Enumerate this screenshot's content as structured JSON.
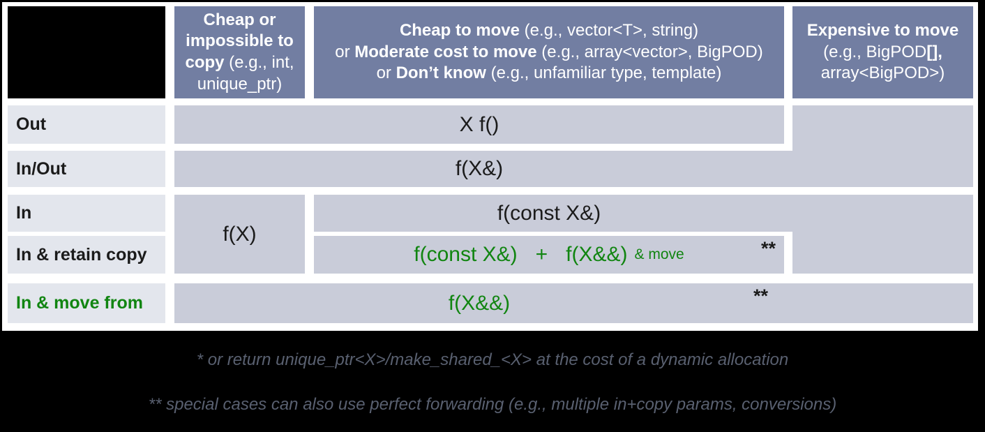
{
  "colors": {
    "header_bg": "#727EA2",
    "cell_bg": "#C9CCD9",
    "label_bg": "#E3E6ED",
    "green": "#118511",
    "footer_text": "#596070",
    "frame": "#000000"
  },
  "table": {
    "columns": {
      "col1": {
        "bold": "Cheap or impossible to copy",
        "rest": " (e.g., int, unique_ptr)"
      },
      "col2": {
        "l1_bold": "Cheap to move",
        "l1_rest": " (e.g., vector<T>, string)",
        "l2_pre": "or ",
        "l2_bold": "Moderate cost to move",
        "l2_rest": " (e.g., array<vector>, BigPOD)",
        "l3_pre": "or ",
        "l3_bold": "Don’t know",
        "l3_rest": " (e.g., unfamiliar type, template)"
      },
      "col3": {
        "l1_bold": "Expensive to move",
        "l2_pre": "(e.g., BigPOD",
        "l2_bold": "[],",
        "l3": "array<BigPOD>)"
      }
    },
    "row_labels": {
      "out": "Out",
      "inout": "In/Out",
      "in": "In",
      "retain": "In & retain copy",
      "move": "In & move from"
    },
    "cells": {
      "out": "X f()",
      "inout": "f(X&)",
      "in_cheap_copy": "f(X)",
      "in": "f(const X&)",
      "retain_part1": "f(const X&)",
      "retain_plus": "+",
      "retain_part2": "f(X&&)",
      "retain_suffix": "& move",
      "retain_stars": "**",
      "move": "f(X&&)",
      "move_stars": "**"
    }
  },
  "footnotes": {
    "line1": "* or return unique_ptr<X>/make_shared_<X> at the cost of a dynamic allocation",
    "line2": "** special cases can also use perfect forwarding (e.g., multiple in+copy params, conversions)"
  }
}
